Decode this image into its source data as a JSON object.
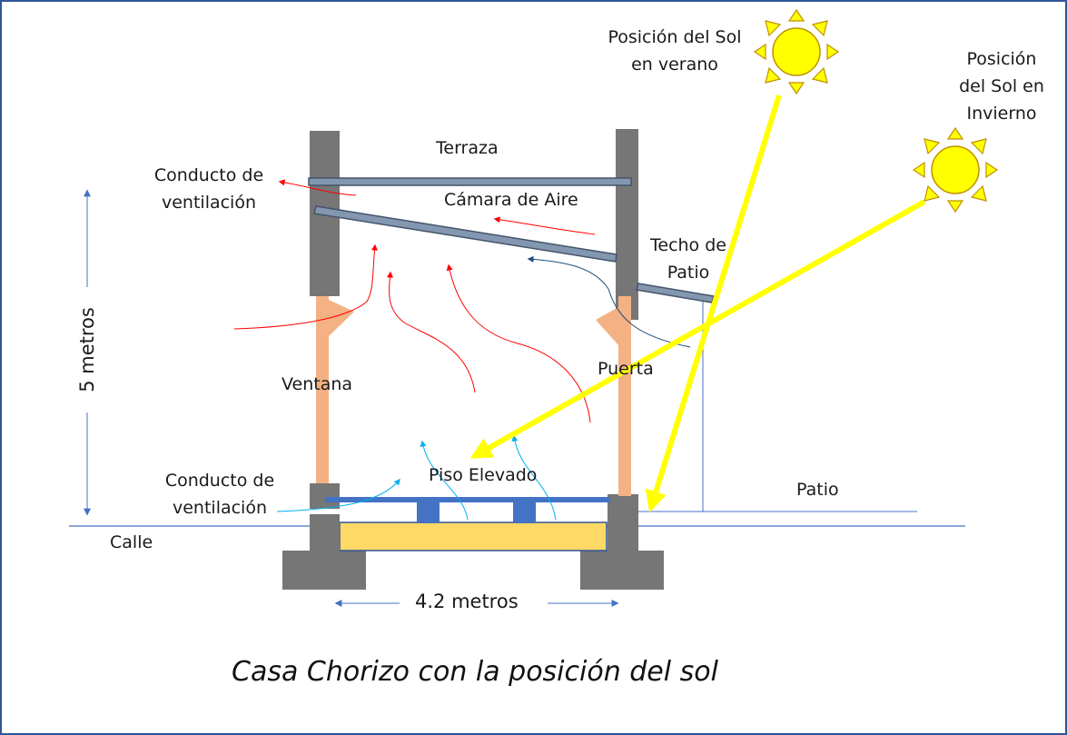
{
  "title": "Casa Chorizo con la posición del sol",
  "labels": {
    "sun_summer": "Posición del Sol en verano",
    "sun_winter": "Posición del Sol en Invierno",
    "terrace": "Terraza",
    "air_chamber": "Cámara de Aire",
    "vent_duct_top": "Conducto de ventilación",
    "vent_duct_bottom": "Conducto de ventilación",
    "patio_roof": "Techo de Patio",
    "window": "Ventana",
    "door": "Puerta",
    "raised_floor": "Piso Elevado",
    "patio": "Patio",
    "street": "Calle",
    "height": "5 metros",
    "width": "4.2 metros"
  },
  "colors": {
    "wall": "#767676",
    "slab": "#44546A",
    "slab_fill": "#8497B0",
    "frame_orange": "#F4B183",
    "floor_blue": "#4472C4",
    "foundation_fill": "#FFD966",
    "sun_yellow": "#FFFF00",
    "sun_ray": "#FFD700",
    "warm_air": "#FF0000",
    "cool_air": "#00B0F0",
    "dim_arrow": "#4472C4",
    "patio_air": "#1F4E79"
  }
}
